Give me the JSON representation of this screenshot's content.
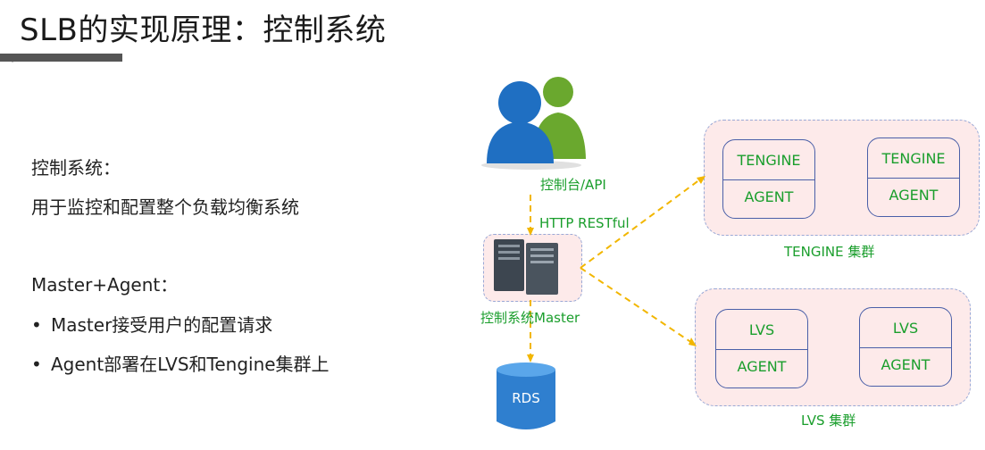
{
  "title": "SLB的实现原理：控制系统",
  "left": {
    "heading1": "控制系统：",
    "desc1": "用于监控和配置整个负载均衡系统",
    "heading2": "Master+Agent：",
    "bullets": [
      "Master接受用户的配置请求",
      "Agent部署在LVS和Tengine集群上"
    ],
    "bullet_char": "•"
  },
  "diagram": {
    "console_label": "控制台/API",
    "protocol_label": "HTTP RESTful",
    "master_label": "控制系统Master",
    "db_label": "RDS",
    "tengine_cluster": {
      "label": "TENGINE 集群",
      "nodes": [
        {
          "top": "TENGINE",
          "bottom": "AGENT"
        },
        {
          "top": "TENGINE",
          "bottom": "AGENT"
        }
      ]
    },
    "lvs_cluster": {
      "label": "LVS 集群",
      "nodes": [
        {
          "top": "LVS",
          "bottom": "AGENT"
        },
        {
          "top": "LVS",
          "bottom": "AGENT"
        }
      ]
    },
    "colors": {
      "label_green": "#1a9e2c",
      "connector_orange": "#f2b600",
      "node_fill": "#fdeaea",
      "node_border": "#4a5fa8",
      "user_blue": "#1f6fc2",
      "user_green": "#6aa82e",
      "db_blue": "#2f7fcf"
    },
    "icons": [
      "users-icon",
      "server-icon",
      "database-icon"
    ]
  }
}
